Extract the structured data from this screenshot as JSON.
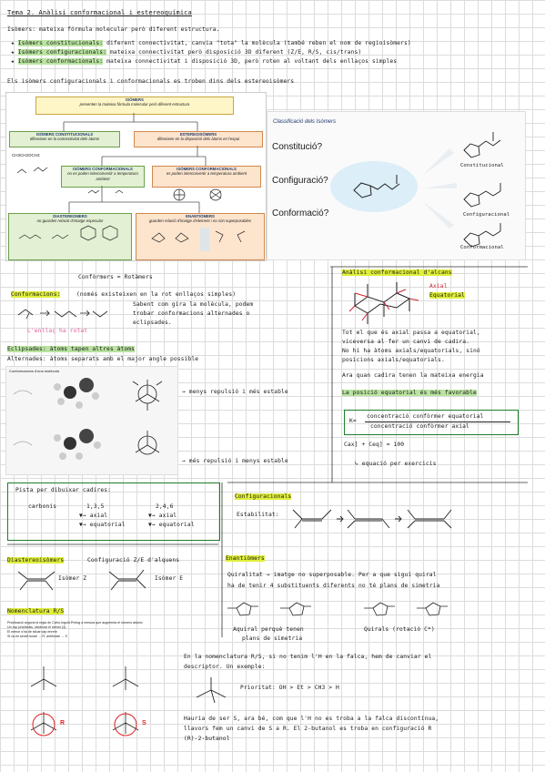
{
  "title": "Tema 2. Anàlisi conformacional i estereoquímica",
  "intro": "Isòmers: mateixa fórmula molecular però diferent estructura.",
  "bullets": [
    {
      "label": "Isòmers constitucionals:",
      "text": "diferent connectivitat, canvia \"tota\" la molècula (també reben el nom de regioisòmers)"
    },
    {
      "label": "Isòmers configuracionals:",
      "text": "mateixa connectivitat però disposició 3D diferent (Z/E, R/S, cis/trans)"
    },
    {
      "label": "Isòmers conformacionals:",
      "text": "mateixa connectivitat i disposició 3D, però roten al voltant dels enllaços simples"
    }
  ],
  "stereo_line": "Els isòmers configuracionals i conformacionals es troben dins dels estereoisòmers",
  "diagram": {
    "root_title": "ISÒMERS",
    "root_sub": "presenten la mateixa fórmula molecular però diferent estructura",
    "const_title": "ISÒMERS CONSTITUCIONALS",
    "const_sub": "difereixen en la connectivitat dels àtoms",
    "stereo_title": "ESTEREOISÒMERS",
    "stereo_sub": "difereixen en la disposició dels àtoms en l'espai",
    "conf_title": "ISÒMERS CONFORMACIONALS",
    "conf_sub": "no es poden interconvertir a temperatura ambient",
    "conform_title": "ISÒMERS CONFORMACIONALS",
    "conform_sub": "es poden interconvertir a temperatura ambient",
    "diast_title": "DIASTEREOMERS",
    "diast_sub": "no guarden relació d'imatge especular",
    "enant_title": "ENANTIÒMERS",
    "enant_sub": "guarden relació d'imatge d'element i no són superposables",
    "formula": "CH3CH2OCH3"
  },
  "classif": {
    "title": "Classificació dels Isòmers",
    "q1": "Constitució?",
    "q2": "Configuració?",
    "q3": "Conformació?",
    "l1": "Constitucional",
    "l2": "Configuracional",
    "l3": "Conformacional"
  },
  "conformers": {
    "header": "Confòrmers = Rotàmers",
    "label": "Conformacions:",
    "note1": "(només existeixen en la rot enllaços simples)",
    "note2": "Sabent com gira la molècula, podem",
    "note3": "trobar conformacions alternades o",
    "note4": "eclipsades.",
    "pink": "L'enllaç ha rotat",
    "eclipsed": "Eclipsades: àtoms tapen altres àtoms",
    "alternated": "Alternades: àtoms separats amb el major angle possible",
    "newman": "Conformacions d'una molècula",
    "cap1": "menys repulsió i més estable",
    "cap2": "més repulsió i menys estable"
  },
  "cyclo": {
    "title": "Anàlisi conformacional d'alcans",
    "axial": "Axial",
    "equatorial": "Equatorial",
    "t1": "Tot el que és axial passa a equatorial,",
    "t2": "viceversa al fer un canvi de cadira.",
    "t3": "No hi ha àtoms axials/equatorials, sinó",
    "t4": "posicions axials/equatorials.",
    "t5": "Ara quan cadira tenen la mateixa energia",
    "t6": "La posició equatorial és més favorable",
    "k_label": "K=",
    "k_num": "concentració confòrmer equatorial",
    "k_den": "concentració confòrmer axial",
    "sum": "Cax] + Ceq] = 100",
    "exer": "equació per exercicis"
  },
  "tip": {
    "title": "Pista per dibuixar cadires:",
    "carbons": "carbonis",
    "c1": "1,3,5",
    "c2": "2,4,6",
    "a1": "axial",
    "e1": "equatorial",
    "a2": "axial",
    "e2": "equatorial"
  },
  "configs": {
    "title": "Configuracionals",
    "stab": "Estabilitat:"
  },
  "diastereo": {
    "title": "Diastereoisòmers",
    "sub": "Configuració Z/E d'alquens",
    "z": "Isòmer Z",
    "e": "Isòmer E"
  },
  "enant": {
    "title": "Enantiòmers",
    "l1": "Quiralitat → imatge no superposable. Per a que sigui quiral",
    "l2": "ha de tenir 4 substituents diferents no té plans de simetria",
    "ach": "Aquiral perquè tenen",
    "ach2": "plans de simetria",
    "chi": "Quirals (rotació C*)"
  },
  "rs": {
    "title": "Nomenclatura R/S",
    "r1": "Priorització segons la regla de Cahn-Ingold-Prelog a mesura que augmenta el número atòmic",
    "r2": "Un cop prioritzats, observar el menor (4)",
    "r3": "El menor s'ha de situar cap enrere",
    "r4": "Si va en sentit horari → R; antihorari → S",
    "p1": "En la nomenclatura R/S, si no tenim l'H en la falca, hem de canviar el",
    "p2": "descriptor. Un exemple:",
    "prio": "Prioritat: OH > Et > CH3 > H",
    "q1": "Hauria de ser S, ara bé, com que l'H no es troba a la falca discontínua,",
    "q2": "llavors fem un canvi de S a R. El 2-butanol es troba en configuració R",
    "q3": "(R)-2-butanol"
  },
  "colors": {
    "accent_green": "#1e7d2a",
    "highlight_yellow": "#dfee3a",
    "highlight_green": "#b9e3a0",
    "pink": "#e65c9a"
  }
}
